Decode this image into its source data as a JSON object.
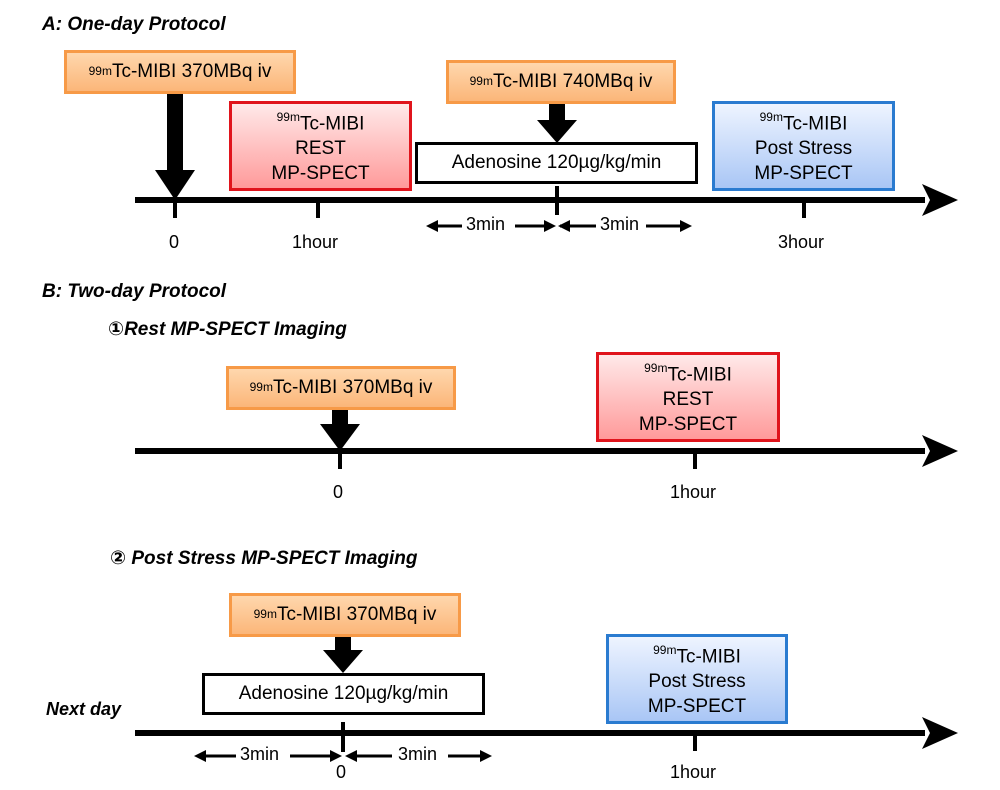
{
  "protocol_a": {
    "heading": "A:  One-day Protocol",
    "inject_1": {
      "iso": "99m",
      "rest": "Tc-MIBI  370MBq iv"
    },
    "rest_box": {
      "iso": "99m",
      "name": "Tc-MIBI",
      "l2": "REST",
      "l3": "MP-SPECT"
    },
    "inject_2": {
      "iso": "99m",
      "rest": "Tc-MIBI  740MBq iv"
    },
    "adenosine": "Adenosine 120µg/kg/min",
    "stress_box": {
      "iso": "99m",
      "name": "Tc-MIBI",
      "l2": "Post Stress",
      "l3": "MP-SPECT"
    },
    "ticks": {
      "t0": "0",
      "t1": "1hour",
      "t3": "3hour"
    },
    "dur_left": "3min",
    "dur_right": "3min"
  },
  "protocol_b": {
    "heading": "B:  Two-day Protocol",
    "rest": {
      "subheading": "①Rest MP-SPECT Imaging",
      "inject": {
        "iso": "99m",
        "rest": "Tc-MIBI  370MBq iv"
      },
      "box": {
        "iso": "99m",
        "name": "Tc-MIBI",
        "l2": "REST",
        "l3": "MP-SPECT"
      },
      "ticks": {
        "t0": "0",
        "t1": "1hour"
      }
    },
    "stress": {
      "subheading": "② Post Stress MP-SPECT Imaging",
      "inject": {
        "iso": "99m",
        "rest": "Tc-MIBI  370MBq iv"
      },
      "adenosine": "Adenosine 120µg/kg/min",
      "box": {
        "iso": "99m",
        "name": "Tc-MIBI",
        "l2": "Post Stress",
        "l3": "MP-SPECT"
      },
      "next_day": "Next day",
      "ticks": {
        "t0": "0",
        "t1": "1hour"
      },
      "dur_left": "3min",
      "dur_right": "3min"
    }
  },
  "colors": {
    "orange_fill": "#fbb679",
    "orange_border": "#f79a47",
    "rest_border": "#e0141c",
    "stress_border": "#2a7bd0"
  }
}
